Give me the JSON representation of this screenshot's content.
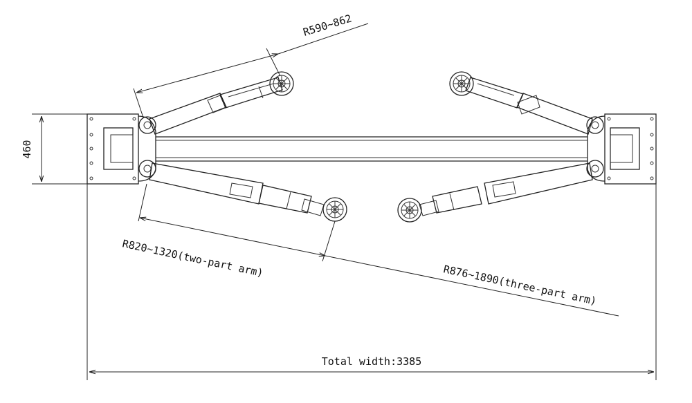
{
  "dimensions": {
    "height_label": "460",
    "short_arm_label": "R590~862",
    "two_part_arm_label": "R820~1320(two-part arm)",
    "three_part_arm_label": "R876~1890(three-part arm)",
    "total_width_label": "Total width:3385"
  }
}
